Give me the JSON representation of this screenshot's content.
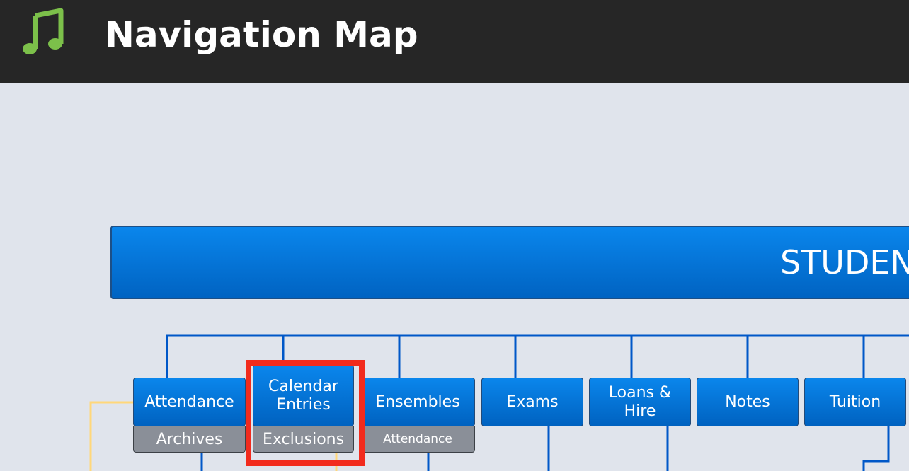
{
  "header": {
    "title": "Navigation Map",
    "icon": "music-note-icon",
    "icon_color": "#7cc04a",
    "background": "#262626"
  },
  "banner": {
    "label": "STUDEN"
  },
  "nav": {
    "attendance": "Attendance",
    "calendar_line1": "Calendar",
    "calendar_line2": "Entries",
    "ensembles": "Ensembles",
    "exams": "Exams",
    "loans_line1": "Loans &",
    "loans_line2": "Hire",
    "notes": "Notes",
    "tuition": "Tuition"
  },
  "sub": {
    "archives": "Archives",
    "exclusions": "Exclusions",
    "ensemble_attendance": "Attendance"
  },
  "colors": {
    "accent_blue": "#0a86ec",
    "connector_blue": "#0057c8",
    "connector_yellow": "#ffd77a",
    "highlight_red": "#f22b1d",
    "canvas_bg": "#e0e4ec"
  }
}
